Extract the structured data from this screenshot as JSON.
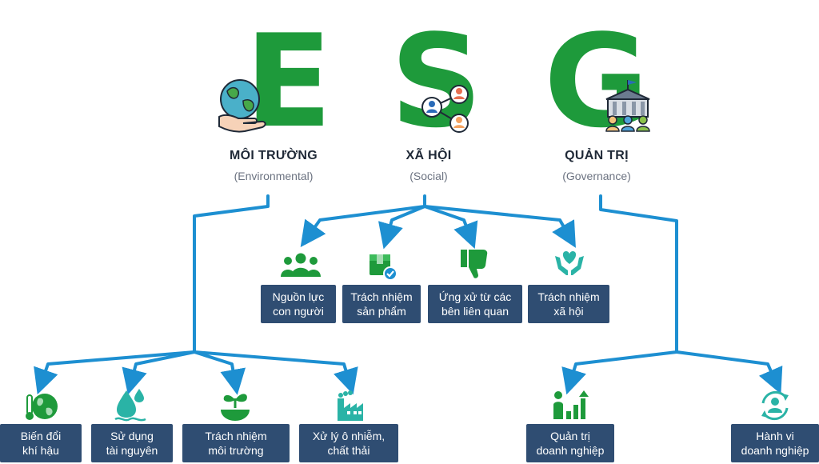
{
  "letters": {
    "e": "E",
    "s": "S",
    "g": "G"
  },
  "pillars": {
    "environmental": {
      "title": "MÔI TRƯỜNG",
      "subtitle": "(Environmental)"
    },
    "social": {
      "title": "XÃ HỘI",
      "subtitle": "(Social)"
    },
    "governance": {
      "title": "QUẢN TRỊ",
      "subtitle": "(Governance)"
    }
  },
  "social_items": [
    {
      "label": "Nguồn lực\ncon người",
      "icon": "people-group-icon"
    },
    {
      "label": "Trách nhiệm\nsản phẩm",
      "icon": "product-check-icon"
    },
    {
      "label": "Ứng xử từ các\nbên liên quan",
      "icon": "thumbs-down-icon"
    },
    {
      "label": "Trách nhiệm\nxã hội",
      "icon": "heart-hands-icon"
    }
  ],
  "environmental_items": [
    {
      "label": "Biến đổi\nkhí hậu",
      "icon": "globe-thermometer-icon"
    },
    {
      "label": "Sử dụng\ntài nguyên",
      "icon": "water-drops-icon"
    },
    {
      "label": "Trách nhiệm\nmôi trường",
      "icon": "sprout-icon"
    },
    {
      "label": "Xử lý ô nhiễm,\nchất thải",
      "icon": "factory-icon"
    }
  ],
  "governance_items": [
    {
      "label": "Quản trị\ndoanh nghiệp",
      "icon": "growth-chart-icon"
    },
    {
      "label": "Hành vi\ndoanh nghiệp",
      "icon": "cycle-person-icon"
    }
  ],
  "colors": {
    "letter_green": "#1e9a3b",
    "line_blue": "#1d8fd1",
    "box_navy": "#2f4d72",
    "icon_green": "#1e9a3b",
    "icon_teal": "#2ab3a6"
  }
}
